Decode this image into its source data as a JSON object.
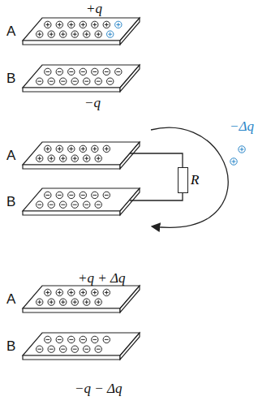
{
  "diagram": {
    "nodes": [
      {
        "text": [
          "R"
        ]
      }
    ],
    "labels": [
      "+q",
      "A",
      "B",
      "−q",
      "A",
      "B",
      "−Δq",
      "+q + Δq",
      "A",
      "B",
      "−q − Δq"
    ]
  }
}
